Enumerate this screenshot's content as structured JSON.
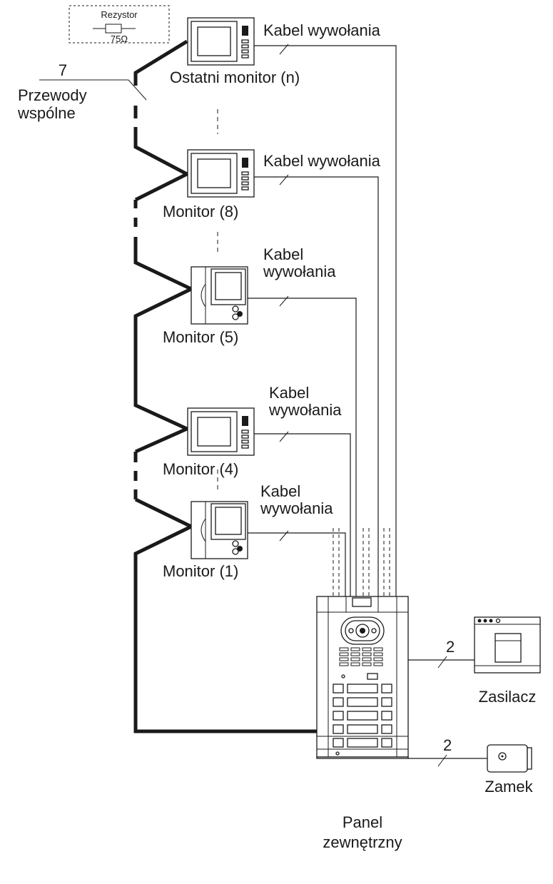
{
  "resistor": {
    "title": "Rezystor",
    "value": "75Ω"
  },
  "bus": {
    "wire_count": "7",
    "label_line1": "Przewody",
    "label_line2": "wspólne"
  },
  "monitors": [
    {
      "name": "Ostatni monitor (n)",
      "call_line1": "Kabel wywołania",
      "call_line2": ""
    },
    {
      "name": "Monitor (8)",
      "call_line1": "Kabel wywołania",
      "call_line2": ""
    },
    {
      "name": "Monitor (5)",
      "call_line1": "Kabel",
      "call_line2": "wywołania"
    },
    {
      "name": "Monitor (4)",
      "call_line1": "Kabel",
      "call_line2": "wywołania"
    },
    {
      "name": "Monitor (1)",
      "call_line1": "Kabel",
      "call_line2": "wywołania"
    }
  ],
  "power_supply": {
    "label": "Zasilacz",
    "wire_count": "2"
  },
  "lock": {
    "label": "Zamek",
    "wire_count": "2"
  },
  "panel": {
    "label_line1": "Panel",
    "label_line2": "zewnętrzny"
  }
}
